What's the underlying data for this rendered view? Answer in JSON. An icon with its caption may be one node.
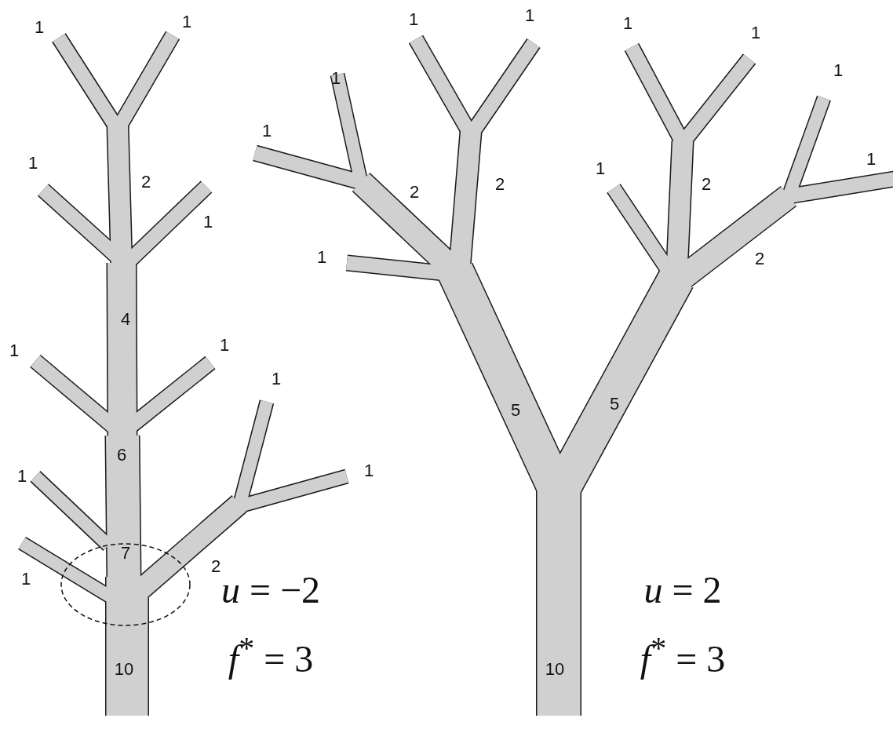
{
  "diagram": {
    "labels": [
      "1",
      "1",
      "1",
      "1",
      "1",
      "1",
      "1",
      "1",
      "1",
      "1",
      "2",
      "2",
      "2",
      "1",
      "2",
      "1",
      "1",
      "1",
      "2",
      "4",
      "1",
      "1",
      "1",
      "5",
      "5",
      "6",
      "1",
      "1",
      "7",
      "1",
      "2",
      "*u* = −2",
      "*u* = 2",
      "10",
      "*f*$^{*}$ = 3",
      "10",
      "*f*$^{*}$ = 3"
    ]
  }
}
